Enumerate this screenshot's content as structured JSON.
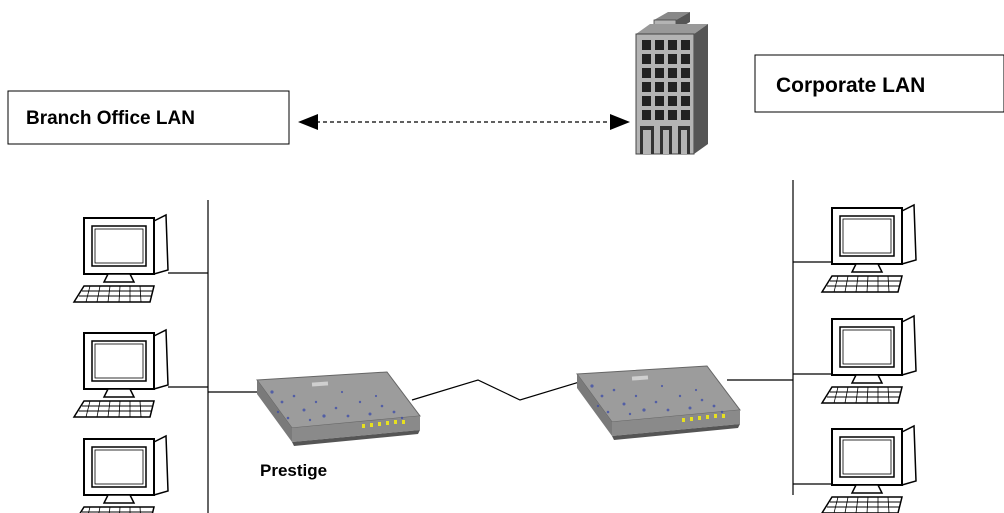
{
  "labels": {
    "branch": "Branch Office LAN",
    "corporate": "Corporate LAN",
    "prestige": "Prestige"
  },
  "colors": {
    "line": "#000000",
    "router_body": "#8a8a8a",
    "router_top": "#9c9c9c",
    "router_dots": "#3a4aa8",
    "router_leds": "#e6e020",
    "building_face": "#b4b4b4",
    "building_side": "#555555",
    "window": "#222222"
  },
  "icons": {
    "computer": "desktop-computer-icon",
    "router": "router-icon",
    "building": "office-building-icon",
    "link": "dashed-double-arrow",
    "wan": "zigzag-wan-link"
  }
}
